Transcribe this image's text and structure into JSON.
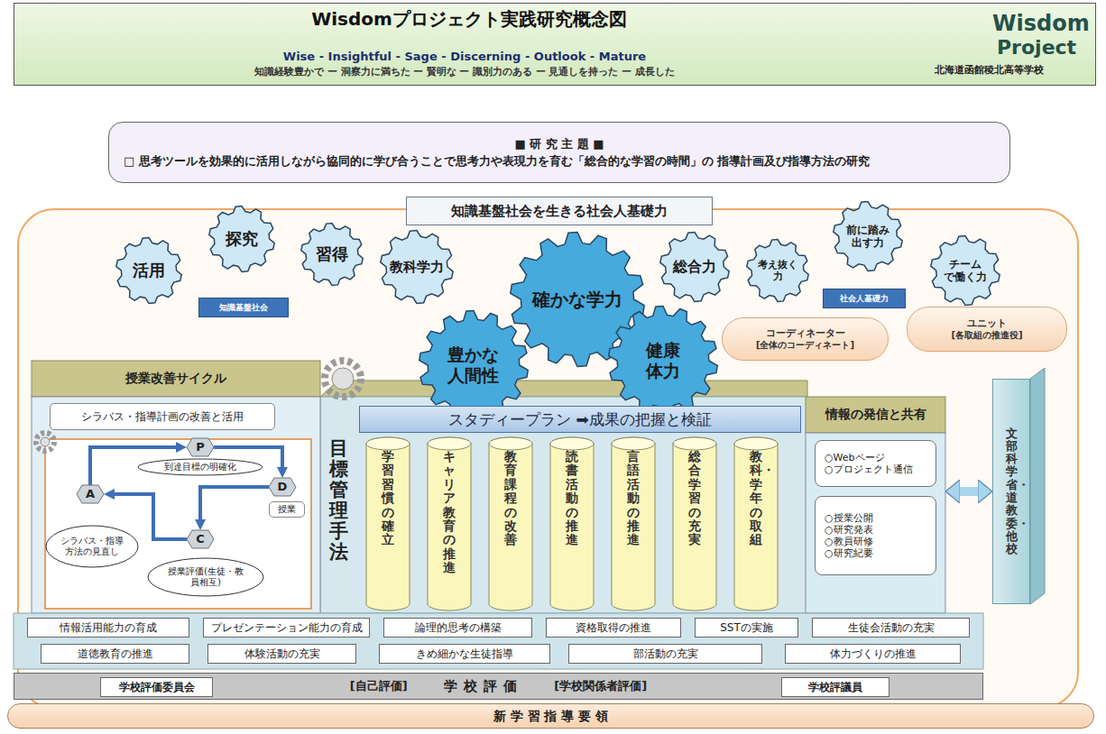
{
  "diagram": {
    "title": "Wisdomプロジェクト実践研究概念図",
    "nodes": [
      {
        "text": [
          "Wise - Insightful - Sage - Discerning - Outlook - Mature",
          "知識経験豊かで ー 洞察力に満ちた ー 賢明な ー 識別力のある ー 見通しを持った ー 成長した"
        ]
      },
      {
        "text": [
          "■ 研 究 主 題 ■",
          "□ 思考ツールを効果的に活用しながら協同的に学び合うことで思考力や表現力を育む「総合的な学習の時間」の 指導計画及び指導方法の研究"
        ]
      },
      {
        "text": [
          "知識基盤社会を生きる社会人基礎力"
        ]
      },
      {
        "text": [
          "活用"
        ]
      },
      {
        "text": [
          "探究"
        ]
      },
      {
        "text": [
          "習得"
        ]
      },
      {
        "text": [
          "教科学力"
        ]
      },
      {
        "text": [
          "確かな学力"
        ]
      },
      {
        "text": [
          "総合力"
        ]
      },
      {
        "text": [
          "考え抜く 力"
        ]
      },
      {
        "text": [
          "前に踏み 出す力"
        ]
      },
      {
        "text": [
          "チーム で働く力"
        ]
      },
      {
        "text": [
          "知識基盤社会"
        ]
      },
      {
        "text": [
          "社会人基礎力"
        ]
      },
      {
        "text": [
          "豊かな 人間性"
        ]
      },
      {
        "text": [
          "健康 体力"
        ]
      },
      {
        "text": [
          "コーディネーター",
          "[全体のコーディネート]"
        ]
      },
      {
        "text": [
          "ユニット",
          "[各取組の推進役]"
        ]
      },
      {
        "text": [
          "授業改善サイクル"
        ]
      },
      {
        "text": [
          "シラバス・指導計画の改善と活用"
        ],
        "in": 18
      },
      {
        "text": [
          "P"
        ],
        "in": 18
      },
      {
        "text": [
          "D"
        ],
        "in": 18
      },
      {
        "text": [
          "C"
        ],
        "in": 18
      },
      {
        "text": [
          "A"
        ],
        "in": 18
      },
      {
        "text": [
          "到達目標の明確化"
        ],
        "in": 18
      },
      {
        "text": [
          "授業"
        ],
        "in": 18
      },
      {
        "text": [
          "授業評価(生徒・教員相互)"
        ],
        "in": 18
      },
      {
        "text": [
          "シラバス・指導方法の見直し"
        ],
        "in": 18
      },
      {
        "text": [
          "目標管理手法"
        ]
      },
      {
        "text": [
          "スタディープラン ➡成果の把握と検証"
        ]
      },
      {
        "text": [
          "学習習慣の確立"
        ]
      },
      {
        "text": [
          "キャリア教育の推進"
        ]
      },
      {
        "text": [
          "教育課程の改善"
        ]
      },
      {
        "text": [
          "読書活動の推進"
        ]
      },
      {
        "text": [
          "言語活動の推進"
        ]
      },
      {
        "text": [
          "総合学習の充実"
        ]
      },
      {
        "text": [
          "教科・学年の取組"
        ]
      },
      {
        "text": [
          "情報の発信と共有"
        ]
      },
      {
        "text": [
          "○Webページ",
          "○プロジェクト通信"
        ],
        "in": 37
      },
      {
        "text": [
          "○授業公開",
          "○研究発表",
          "○教員研修",
          "○研究紀要"
        ],
        "in": 37
      },
      {
        "text": [
          "文部科学省・道教委・他校"
        ]
      },
      {
        "text": [
          "情報活用能力の育成"
        ]
      },
      {
        "text": [
          "プレゼンテーション能力の育成"
        ]
      },
      {
        "text": [
          "論理的思考の構築"
        ]
      },
      {
        "text": [
          "資格取得の推進"
        ]
      },
      {
        "text": [
          "SSTの実施"
        ]
      },
      {
        "text": [
          "生徒会活動の充実"
        ]
      },
      {
        "text": [
          "道徳教育の推進"
        ]
      },
      {
        "text": [
          "体験活動の充実"
        ]
      },
      {
        "text": [
          "きめ細かな生徒指導"
        ]
      },
      {
        "text": [
          "部活動の充実"
        ]
      },
      {
        "text": [
          "体力づくりの推進"
        ]
      },
      {
        "text": [
          "[自己評価]",
          "学 校 評 価",
          "[学校関係者評価]"
        ]
      },
      {
        "text": [
          "学校評価委員会"
        ],
        "in": 52
      },
      {
        "text": [
          "学校評議員"
        ],
        "in": 52
      },
      {
        "text": [
          "新 学 習 指 導 要 領"
        ]
      }
    ],
    "edges": [
      {
        "from": 20,
        "to": 21,
        "arrow": "to"
      },
      {
        "from": 21,
        "to": 22,
        "arrow": "to"
      },
      {
        "from": 22,
        "to": 23,
        "arrow": "to"
      },
      {
        "from": 23,
        "to": 20,
        "arrow": "to"
      },
      {
        "from": 37,
        "to": 40,
        "arrow": "both"
      }
    ],
    "labels": [
      "Wisdom",
      "Project",
      "北海道函館稜北高等学校"
    ]
  }
}
